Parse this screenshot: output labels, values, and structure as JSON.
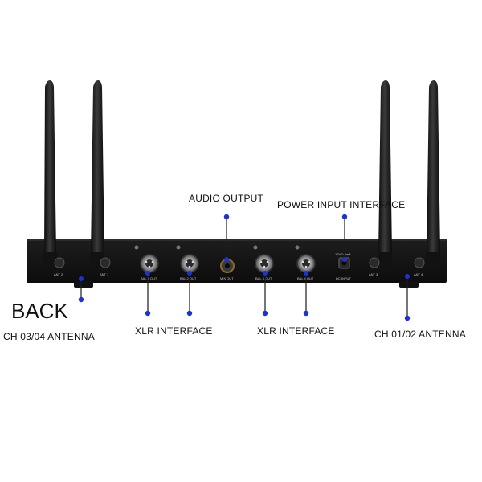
{
  "title": "BACK",
  "callouts": {
    "audio_output": "AUDIO OUTPUT",
    "power_input": "POWER INPUT INTERFACE",
    "xlr_left": "XLR INTERFACE",
    "xlr_right": "XLR INTERFACE",
    "antenna_left": "CH 03/04 ANTENNA",
    "antenna_right": "CH 01/02 ANTENNA"
  },
  "panel_labels": {
    "ant2": "ANT 2",
    "ant1": "ANT 1",
    "bal1": "BAL 1 OUT",
    "bal2": "BAL 2 OUT",
    "mix": "MIX OUT",
    "bal3": "BAL 3 OUT",
    "bal4": "BAL 4 OUT",
    "dc_rating": "12V 0.5mA",
    "dc": "DC INPUT",
    "ant3": "ANT 3",
    "ant4": "ANT 4"
  },
  "colors": {
    "marker": "#1a33d6",
    "device": "#161616",
    "background": "#ffffff"
  }
}
